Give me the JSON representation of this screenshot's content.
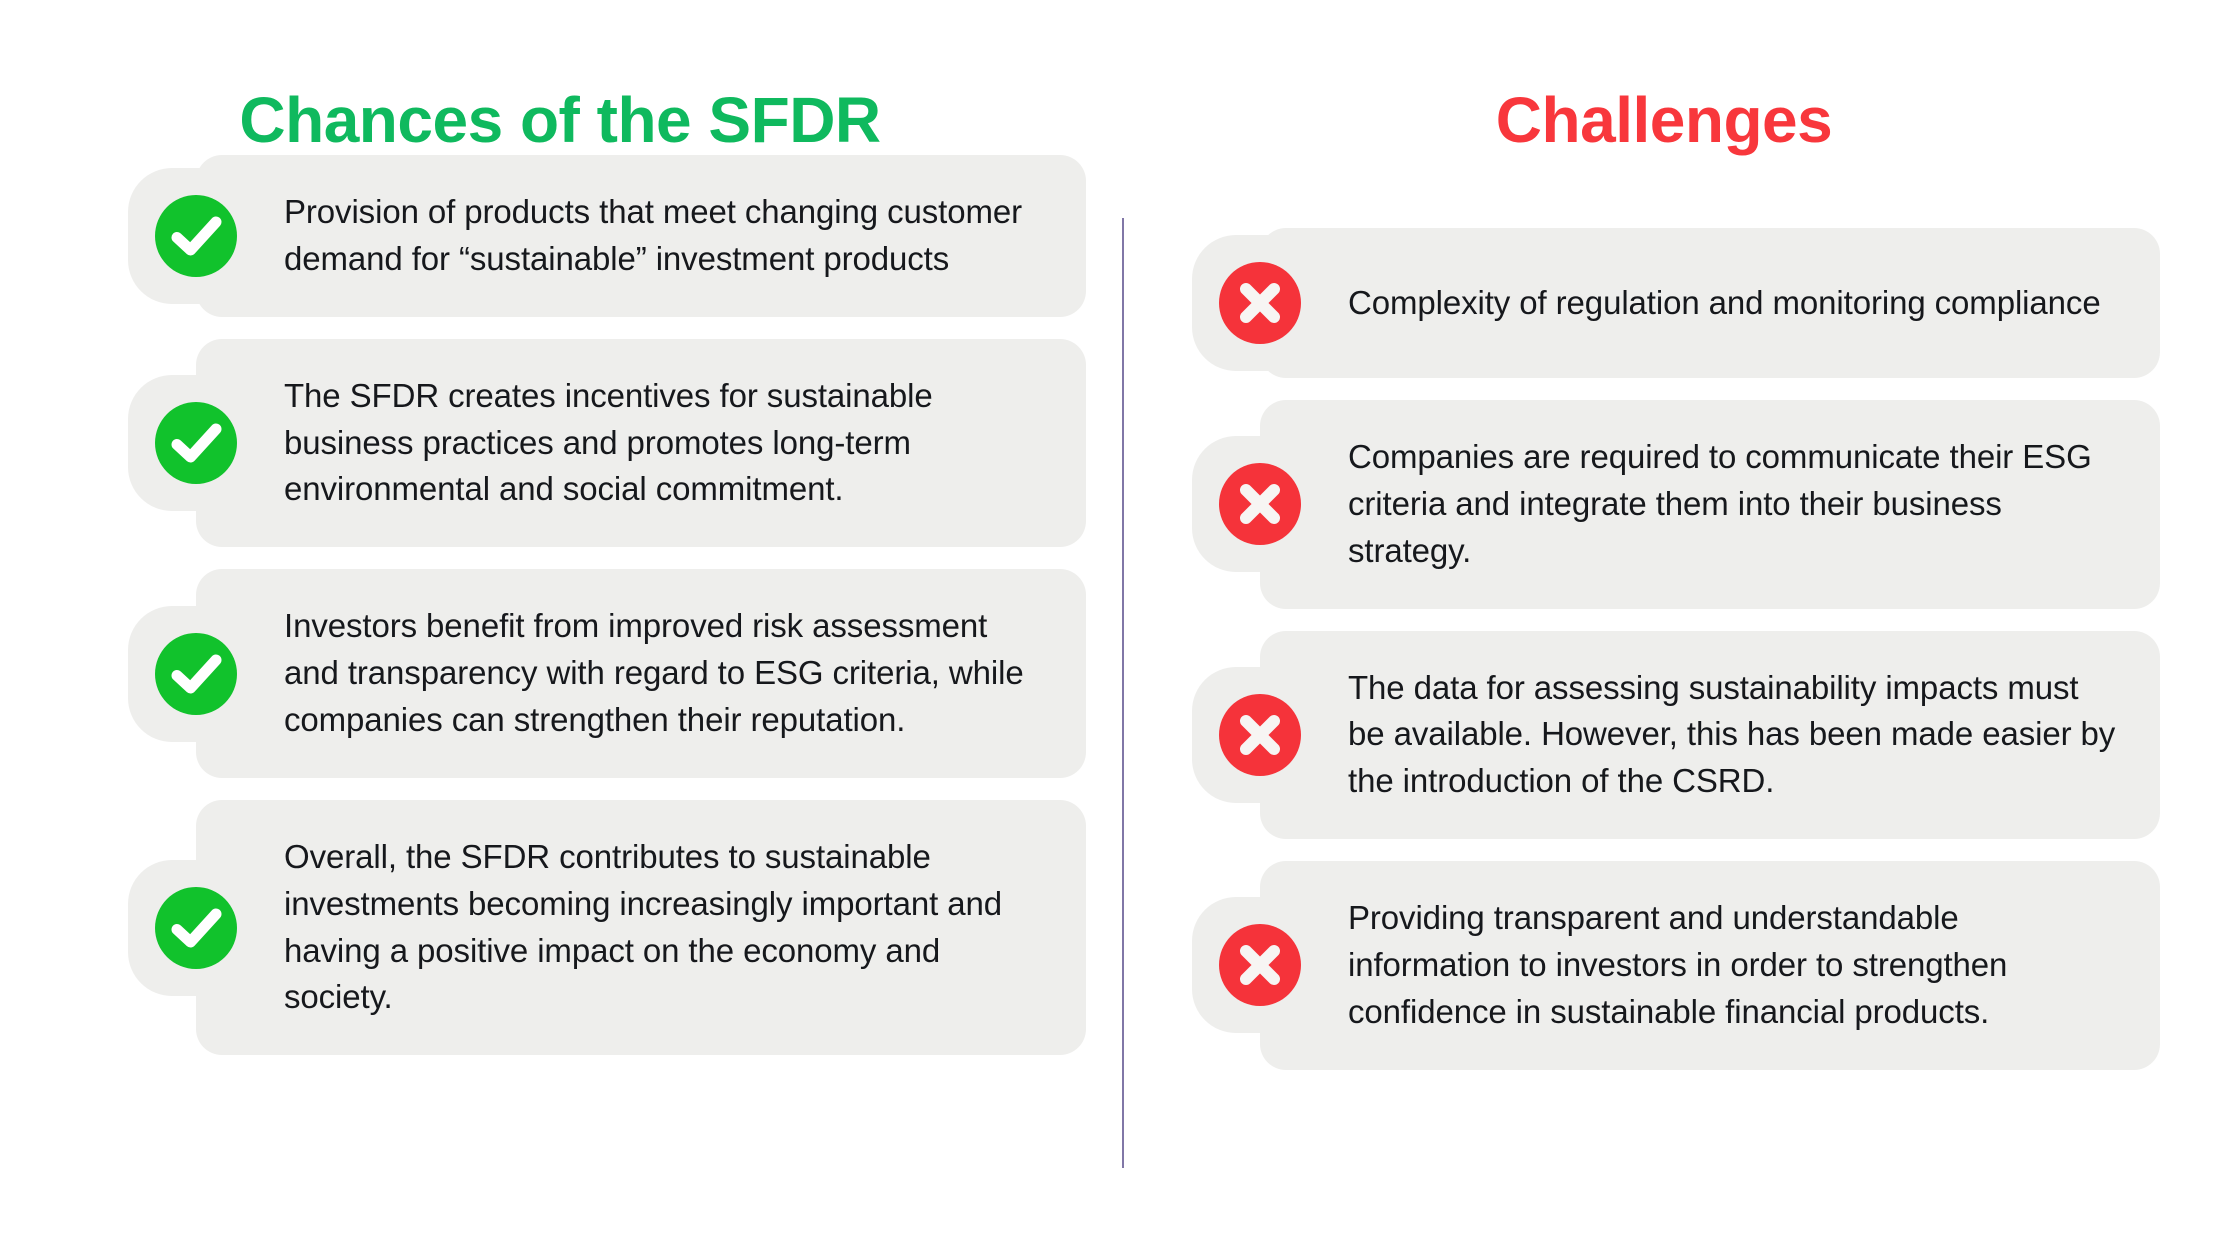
{
  "columns": [
    {
      "id": "chances",
      "heading": "Chances of the SFDR",
      "heading_color": "#0fb95e",
      "icon": "check-circle-icon",
      "icon_color": "#11c22c",
      "items": [
        {
          "text": "Provision of products that meet changing customer demand for “sustainable” investment products"
        },
        {
          "text": "The SFDR creates incentives for sustainable business practices and promotes long-term environmental and social commitment."
        },
        {
          "text": "Investors benefit from improved risk assessment and transparency with regard to ESG criteria, while companies can strengthen their reputation."
        },
        {
          "text": "Overall, the SFDR contributes to sustainable investments becoming increasingly important and having a positive impact on the economy and society."
        }
      ]
    },
    {
      "id": "challenges",
      "heading": "Challenges",
      "heading_color": "#f8373c",
      "icon": "x-circle-icon",
      "icon_color": "#f5333a",
      "items": [
        {
          "text": "Complexity of regulation and monitoring compliance"
        },
        {
          "text": "Companies are required to communicate their ESG criteria and integrate them into their business strategy."
        },
        {
          "text": "The data for assessing sustainability impacts must be available. However, this has been made easier by the introduction of the CSRD."
        },
        {
          "text": "Providing transparent and understandable information to investors in order to strengthen confidence in sustainable financial products."
        }
      ]
    }
  ],
  "style": {
    "background": "#ffffff",
    "card_background": "#eeeeec",
    "text_color": "#16181c",
    "divider_color": "#6b5f98"
  }
}
